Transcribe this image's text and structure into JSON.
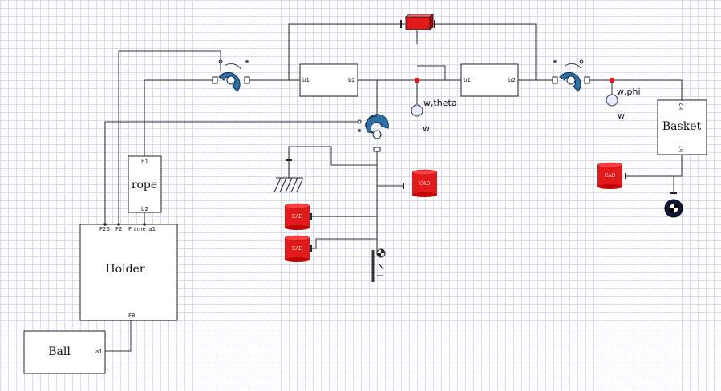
{
  "blocks": {
    "holder": {
      "label": "Holder",
      "ports": [
        "F26",
        "F2",
        "Frame_a1",
        "F8"
      ]
    },
    "rope": {
      "label": "rope",
      "ports": [
        "b1",
        "b2"
      ]
    },
    "ball": {
      "label": "Ball",
      "port": "a1"
    },
    "basket": {
      "label": "Basket",
      "ports": [
        "b2",
        "b1"
      ]
    },
    "joint_left": {
      "ports": [
        "b1",
        "b2"
      ]
    },
    "joint_right": {
      "ports": [
        "b1",
        "b2"
      ]
    }
  },
  "sensors": {
    "theta": {
      "label": "w,theta",
      "sub": "w"
    },
    "phi": {
      "label": "w,phi",
      "sub": "w"
    }
  },
  "cad": {
    "label": "CAD"
  },
  "colors": {
    "accent_red": "#e11b1b",
    "joint_blue": "#2f6fa8",
    "wire": "#333333"
  }
}
